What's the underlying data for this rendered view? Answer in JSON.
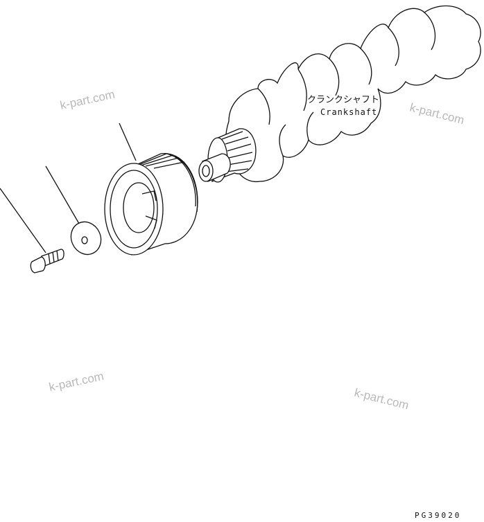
{
  "labels": {
    "crankshaft_jp": "クランクシャフト",
    "crankshaft_en": "Crankshaft"
  },
  "watermarks": [
    "k-part.com",
    "k-part.com",
    "k-part.com",
    "k-part.com"
  ],
  "drawing_code": "PG39020",
  "icons": [
    "crankshaft-icon",
    "pulley-icon",
    "washer-icon",
    "bolt-icon"
  ]
}
